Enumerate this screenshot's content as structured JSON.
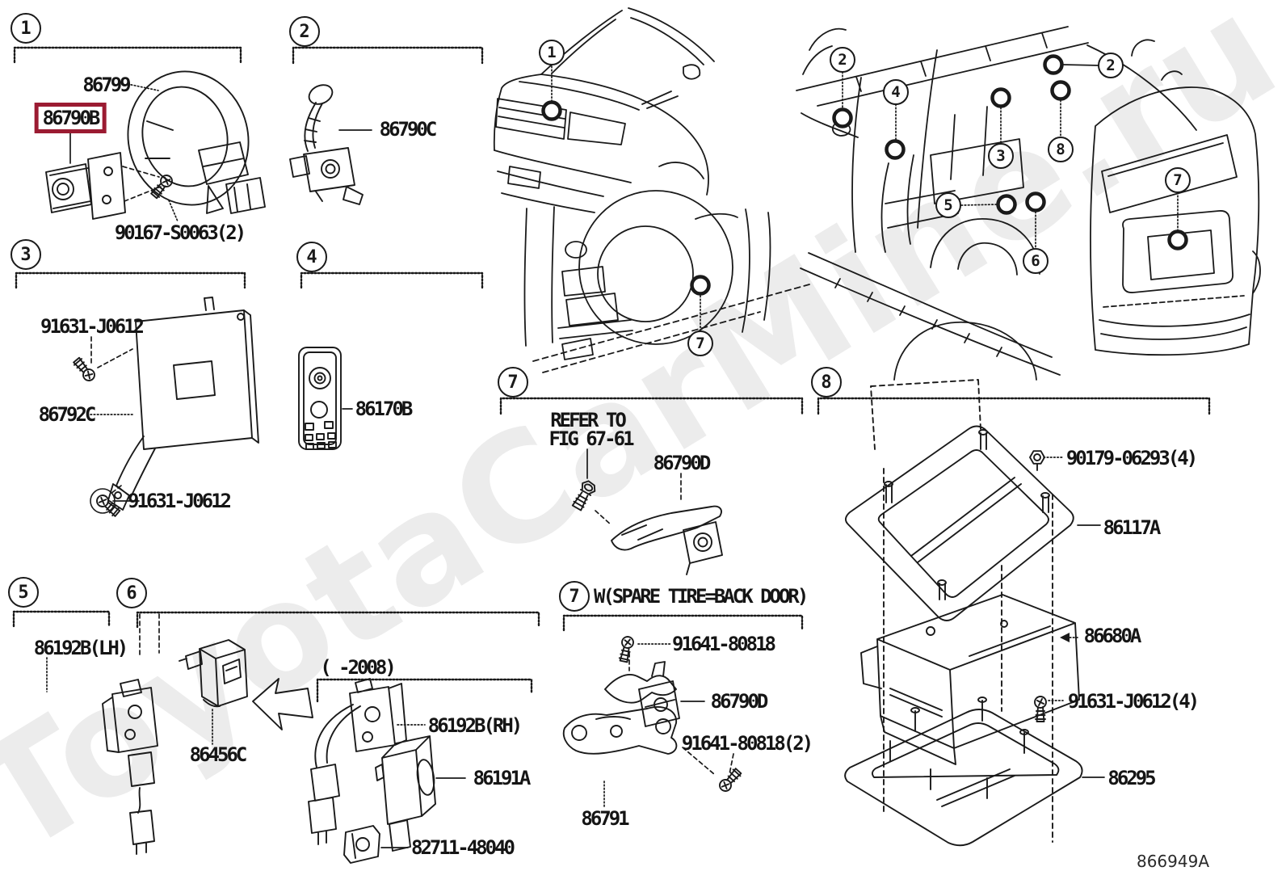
{
  "watermark": "ToyotaCarMine.ru",
  "diagram_code": "866949A",
  "colors": {
    "line": "#1a1a1a",
    "highlight_box": "#9b1b32",
    "watermark": "#ececec"
  },
  "sections": {
    "s1": {
      "num": "1",
      "p86799": "86799",
      "p86790b": "86790B",
      "p90167": "90167-S0063(2)"
    },
    "s2": {
      "num": "2",
      "p86790c": "86790C"
    },
    "s3": {
      "num": "3",
      "p91631_top": "91631-J0612",
      "p86792c": "86792C",
      "p91631_bottom": "91631-J0612"
    },
    "s4": {
      "num": "4",
      "p86170b": "86170B"
    },
    "s5": {
      "num": "5",
      "p86192b_lh": "86192B(LH)"
    },
    "s6": {
      "num": "6",
      "p86456c": "86456C",
      "note_year": "(    -2008)",
      "p86192b_rh": "86192B(RH)",
      "p86191a": "86191A",
      "p82711": "82711-48040"
    },
    "s7_upper": {
      "num": "7",
      "refer_line1": "REFER TO",
      "refer_line2": "FIG 67-61",
      "p86790d": "86790D"
    },
    "s7_lower": {
      "num": "7",
      "note": "W(SPARE TIRE=BACK DOOR)",
      "p91641": "91641-80818",
      "p86790d": "86790D",
      "p91641_2": "91641-80818(2)",
      "p86791": "86791"
    },
    "s8": {
      "num": "8",
      "p90179": "90179-06293(4)",
      "p86117a": "86117A",
      "p86680a": "86680A",
      "p91631_4": "91631-J0612(4)",
      "p86295": "86295"
    }
  },
  "car_callouts": {
    "front_bumper": "1",
    "spare_tire": "7",
    "cowl_left": "2",
    "roof_front": "4",
    "dash_center": "3",
    "rear_right": "2",
    "pillar_right": "8",
    "console": "5",
    "quarter_left": "6",
    "back_door": "7"
  }
}
